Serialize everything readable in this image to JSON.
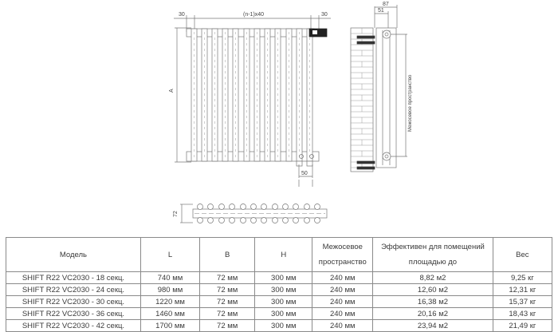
{
  "drawing": {
    "front_view": {
      "dim_left": "30",
      "dim_center": "(n-1)x40",
      "dim_right": "30",
      "dim_height_label": "A",
      "dim_connection": "50",
      "sections_shown": 12
    },
    "side_view": {
      "dim_total_depth": "87",
      "dim_wall_offset": "51",
      "dim_vertical_label": "Межосевое пространство"
    },
    "top_view": {
      "dim_depth": "72"
    }
  },
  "table": {
    "headers": [
      "Модель",
      "L",
      "B",
      "H",
      "Межосевое пространство",
      "Эффективен для помещений площадью до",
      "Вес"
    ],
    "header_lines": {
      "col4": [
        "Межосевое",
        "пространство"
      ],
      "col5": [
        "Эффективен для помещений",
        "площадью до"
      ]
    },
    "rows": [
      [
        "SHIFT R22 VC2030 - 18 секц.",
        "740 мм",
        "72 мм",
        "300 мм",
        "240 мм",
        "8,82 м2",
        "9,25 кг"
      ],
      [
        "SHIFT R22 VC2030 - 24 секц.",
        "980 мм",
        "72 мм",
        "300 мм",
        "240 мм",
        "12,60 м2",
        "12,31 кг"
      ],
      [
        "SHIFT R22 VC2030 - 30 секц.",
        "1220 мм",
        "72 мм",
        "300 мм",
        "240 мм",
        "16,38 м2",
        "15,37 кг"
      ],
      [
        "SHIFT R22 VC2030 - 36 секц.",
        "1460 мм",
        "72 мм",
        "300 мм",
        "240 мм",
        "20,16 м2",
        "18,43 кг"
      ],
      [
        "SHIFT R22 VC2030 - 42 секц.",
        "1700 мм",
        "72 мм",
        "300 мм",
        "240 мм",
        "23,94 м2",
        "21,49 кг"
      ]
    ]
  }
}
